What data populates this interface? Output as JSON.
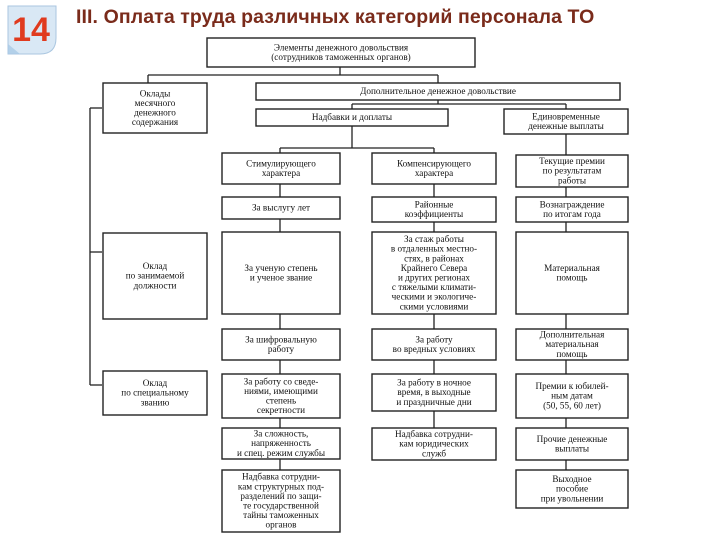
{
  "slide_number": "14",
  "title": "III. Оплата труда различных категорий персонала ТО",
  "diagram": {
    "root": [
      "Элементы денежного довольствия",
      "(сотрудников таможенных органов)"
    ],
    "monthly_salary": [
      "Оклады",
      "месячного",
      "денежного",
      "содержания"
    ],
    "additional_allowance": [
      "Дополнительное денежное довольствие"
    ],
    "position_salary": [
      "Оклад",
      "по занимаемой",
      "должности"
    ],
    "rank_salary": [
      "Оклад",
      "по специальному",
      "званию"
    ],
    "bonuses": [
      "Надбавки и доплаты"
    ],
    "one_time": [
      "Единовременные",
      "денежные выплаты"
    ],
    "stimulating": [
      "Стимулирующего",
      "характера"
    ],
    "compensating": [
      "Компенсирующего",
      "характера"
    ],
    "stimulating_items": [
      [
        "За выслугу лет"
      ],
      [
        "За ученую степень",
        "и ученое звание"
      ],
      [
        "За шифровальную",
        "работу"
      ],
      [
        "За работу со сведе-",
        "ниями, имеющими",
        "степень",
        "секретности"
      ],
      [
        "За сложность,",
        "напряженность",
        "и спец. режим службы"
      ],
      [
        "Надбавка сотрудни-",
        "кам структурных под-",
        "разделений по защи-",
        "те государственной",
        "тайны таможенных",
        "органов"
      ]
    ],
    "compensating_items": [
      [
        "Районные",
        "коэффициенты"
      ],
      [
        "За стаж  работы",
        "в отдаленных местно-",
        "стях, в районах",
        "Крайнего Севера",
        "и других регионах",
        "с тяжелыми климати-",
        "ческими и экологиче-",
        "скими условиями"
      ],
      [
        "За работу",
        "во вредных условиях"
      ],
      [
        "За работу в ночное",
        "время, в выходные",
        "и праздничные дни"
      ],
      [
        "Надбавка сотрудни-",
        "кам юридических",
        "служб"
      ]
    ],
    "one_time_items": [
      [
        "Текущие премии",
        "по результатам",
        "работы"
      ],
      [
        "Вознаграждение",
        "по итогам года"
      ],
      [
        "Материальная",
        "помощь"
      ],
      [
        "Дополнительная",
        "материальная",
        "помощь"
      ],
      [
        "Премии к юбилей-",
        "ным датам",
        "(50, 55, 60 лет)"
      ],
      [
        "Прочие денежные",
        "выплаты"
      ],
      [
        "Выходное",
        "пособие",
        "при увольнении"
      ]
    ]
  }
}
